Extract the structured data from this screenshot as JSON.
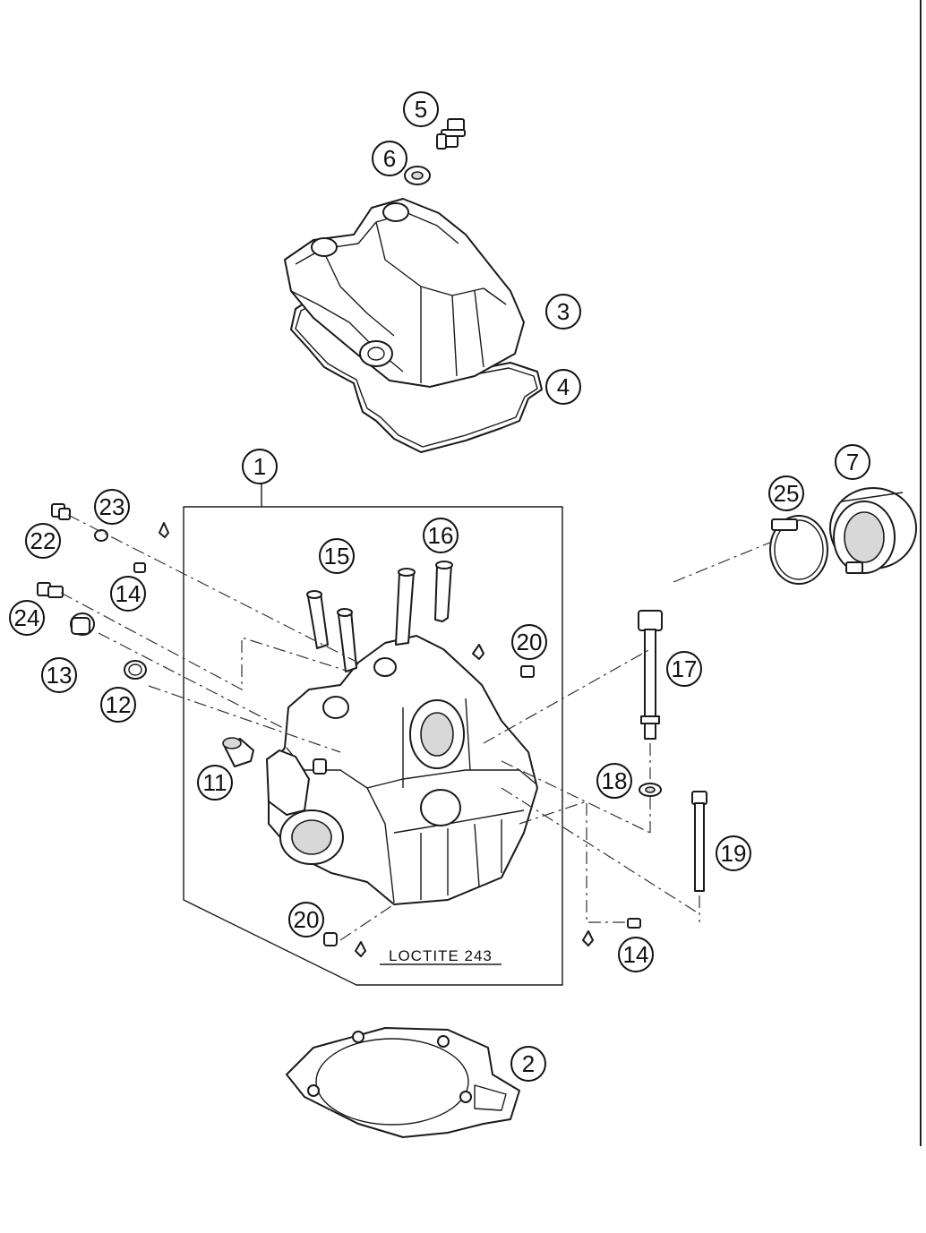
{
  "diagram": {
    "callouts": [
      {
        "id": "c1",
        "label": "1"
      },
      {
        "id": "c2",
        "label": "2"
      },
      {
        "id": "c3",
        "label": "3"
      },
      {
        "id": "c4",
        "label": "4"
      },
      {
        "id": "c5",
        "label": "5"
      },
      {
        "id": "c6",
        "label": "6"
      },
      {
        "id": "c7",
        "label": "7"
      },
      {
        "id": "c11",
        "label": "11"
      },
      {
        "id": "c12",
        "label": "12"
      },
      {
        "id": "c13",
        "label": "13"
      },
      {
        "id": "c14a",
        "label": "14"
      },
      {
        "id": "c14b",
        "label": "14"
      },
      {
        "id": "c15",
        "label": "15"
      },
      {
        "id": "c16",
        "label": "16"
      },
      {
        "id": "c17",
        "label": "17"
      },
      {
        "id": "c18",
        "label": "18"
      },
      {
        "id": "c19",
        "label": "19"
      },
      {
        "id": "c20a",
        "label": "20"
      },
      {
        "id": "c20b",
        "label": "20"
      },
      {
        "id": "c22",
        "label": "22"
      },
      {
        "id": "c23",
        "label": "23"
      },
      {
        "id": "c24",
        "label": "24"
      },
      {
        "id": "c25",
        "label": "25"
      }
    ],
    "note": "LOCTITE 243"
  }
}
